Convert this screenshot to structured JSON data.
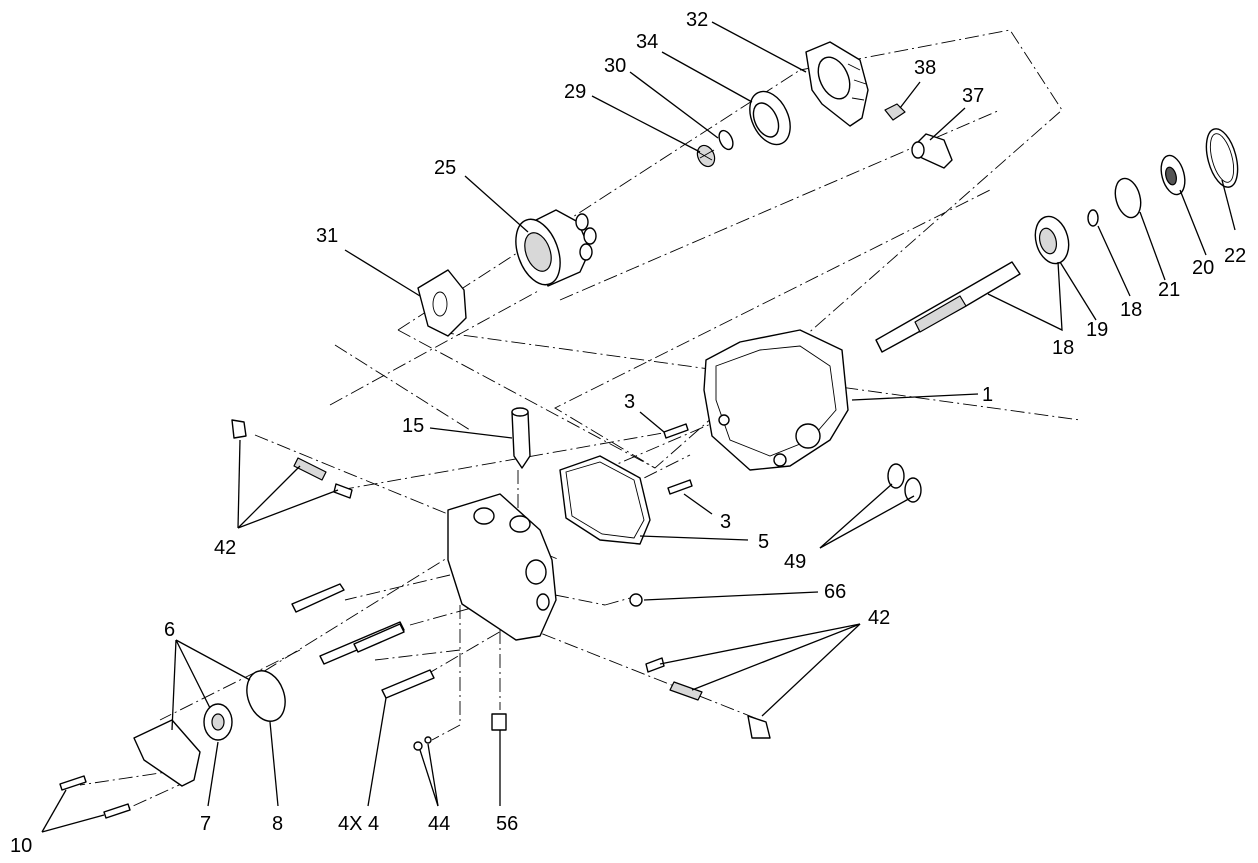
{
  "callouts": [
    {
      "id": "c32",
      "text": "32"
    },
    {
      "id": "c34",
      "text": "34"
    },
    {
      "id": "c30",
      "text": "30"
    },
    {
      "id": "c29",
      "text": "29"
    },
    {
      "id": "c38",
      "text": "38"
    },
    {
      "id": "c37",
      "text": "37"
    },
    {
      "id": "c25",
      "text": "25"
    },
    {
      "id": "c31",
      "text": "31"
    },
    {
      "id": "c22",
      "text": "22"
    },
    {
      "id": "c20",
      "text": "20"
    },
    {
      "id": "c21",
      "text": "21"
    },
    {
      "id": "c18a",
      "text": "18"
    },
    {
      "id": "c19",
      "text": "19"
    },
    {
      "id": "c18b",
      "text": "18"
    },
    {
      "id": "c1",
      "text": "1"
    },
    {
      "id": "c3a",
      "text": "3"
    },
    {
      "id": "c15",
      "text": "15"
    },
    {
      "id": "c3b",
      "text": "3"
    },
    {
      "id": "c5",
      "text": "5"
    },
    {
      "id": "c49",
      "text": "49"
    },
    {
      "id": "c42a",
      "text": "42"
    },
    {
      "id": "c66",
      "text": "66"
    },
    {
      "id": "c42b",
      "text": "42"
    },
    {
      "id": "c6",
      "text": "6"
    },
    {
      "id": "c7",
      "text": "7"
    },
    {
      "id": "c8",
      "text": "8"
    },
    {
      "id": "c4x4",
      "text": "4X 4"
    },
    {
      "id": "c44",
      "text": "44"
    },
    {
      "id": "c56",
      "text": "56"
    },
    {
      "id": "c10",
      "text": "10"
    }
  ]
}
